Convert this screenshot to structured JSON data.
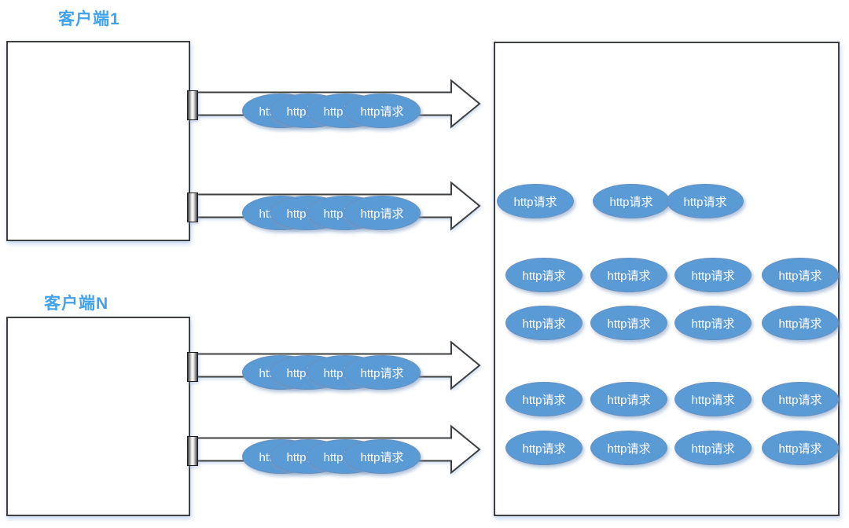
{
  "clients": [
    {
      "label": "客户端1"
    },
    {
      "label": "客户端N"
    }
  ],
  "request_label": "http请求",
  "colors": {
    "bubble_fill": "#5b9bd5",
    "bubble_text": "#ffffff",
    "client_label": "#42a2ec",
    "shape_outline": "#3f3f3f"
  },
  "counts": {
    "arrows": 4,
    "bubbles_per_arrow": 4,
    "server_bubble_rows": [
      3,
      4,
      4,
      4,
      4
    ]
  }
}
